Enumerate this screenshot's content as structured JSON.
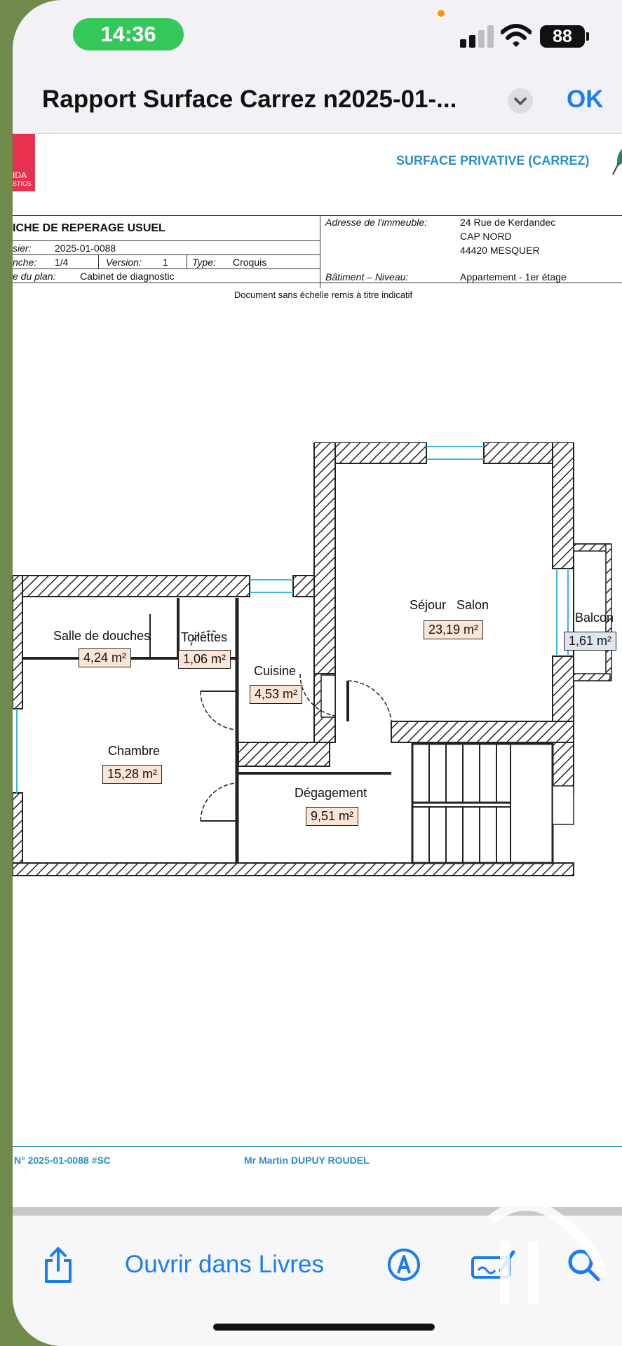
{
  "status_bar": {
    "time": "14:36",
    "battery": "88"
  },
  "nav": {
    "title": "Rapport Surface Carrez n2025-01-...",
    "done_label": "OK"
  },
  "document": {
    "logo_text_1": "IDA",
    "logo_text_2": "STICS",
    "header_title": "SURFACE PRIVATIVE (CARREZ)",
    "sheet_title": "ICHE DE REPERAGE USUEL",
    "dossier_label": "sier:",
    "dossier_value": "2025-01-0088",
    "planche_label": "nche:",
    "planche_value": "1/4",
    "version_label": "Version:",
    "version_value": "1",
    "type_label": "Type:",
    "type_value": "Croquis",
    "origin_label": "e du plan:",
    "origin_value": "Cabinet de diagnostic",
    "address_label": "Adresse de l'immeuble:",
    "address_line1": "24 Rue de Kerdandec",
    "address_line2": "CAP NORD",
    "address_line3": "44420 MESQUER",
    "building_label": "Bâtiment – Niveau:",
    "building_value": "Appartement - 1er étage",
    "caption": "Document sans échelle remis à titre indicatif",
    "rooms": [
      {
        "name": "Séjour   Salon",
        "area": "23,19 m²"
      },
      {
        "name": "Balcon",
        "area": "1,61 m²"
      },
      {
        "name": "Salle de douches",
        "area": "4,24 m²"
      },
      {
        "name": "Toilettes",
        "area": "1,06 m²"
      },
      {
        "name": "Cuisine",
        "area": "4,53 m²"
      },
      {
        "name": "Chambre",
        "area": "15,28 m²"
      },
      {
        "name": "Dégagement",
        "area": "9,51 m²"
      }
    ],
    "footer_ref": "N° 2025-01-0088 #SC",
    "footer_operator": "Mr Martin DUPUY ROUDEL"
  },
  "toolbar": {
    "open_in_books": "Ouvrir dans Livres"
  },
  "icons": [
    "share-icon",
    "markup-icon",
    "signature-icon",
    "search-icon",
    "chevron-down-icon",
    "wifi-icon",
    "signal-icon",
    "battery-icon"
  ],
  "colors": {
    "accent": "#1a7ef0",
    "time_pill": "#34c759",
    "doc_blue": "#2a8fc9",
    "area_label_bg": "#fbe5d6",
    "balcony_label_bg": "#dfe6f0"
  }
}
